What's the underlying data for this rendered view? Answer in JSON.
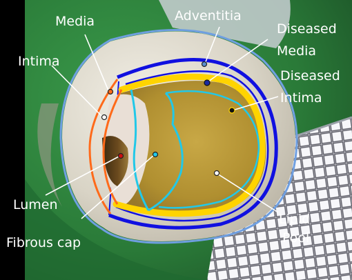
{
  "labels": {
    "media": "Media",
    "adventitia": "Adventitia",
    "diseased_media_1": "Diseased",
    "diseased_media_2": "Media",
    "intima": "Intima",
    "diseased_intima_1": "Diseased",
    "diseased_intima_2": "Intima",
    "lumen": "Lumen",
    "fibrous_cap": "Fibrous cap",
    "lipid_pool_1": "Lipid",
    "lipid_pool_2": "Pool"
  },
  "colors": {
    "adventitia_outline": "#6f9fe0",
    "media_outline": "#1010e0",
    "intima_healthy": "#ff6a1a",
    "diseased_intima": "#ffd400",
    "fibrous_cap_outline": "#22c8e8",
    "lipid_pool_fill": "#b89a35",
    "lumen_dot": "#cc1010",
    "background_green": "#2f8a3e",
    "label_text": "#ffffff"
  },
  "markers": [
    {
      "name": "media",
      "color": "#ff6a1a"
    },
    {
      "name": "intima",
      "color": "#ffffff"
    },
    {
      "name": "adventitia",
      "color": "#5b8fd0"
    },
    {
      "name": "diseased-media",
      "color": "#1a2aa0"
    },
    {
      "name": "diseased-intima",
      "color": "#111111"
    },
    {
      "name": "lumen",
      "color": "#cc1010"
    },
    {
      "name": "fibrous-cap",
      "color": "#22c8e8"
    },
    {
      "name": "lipid-pool",
      "color": "#ffffff"
    }
  ]
}
